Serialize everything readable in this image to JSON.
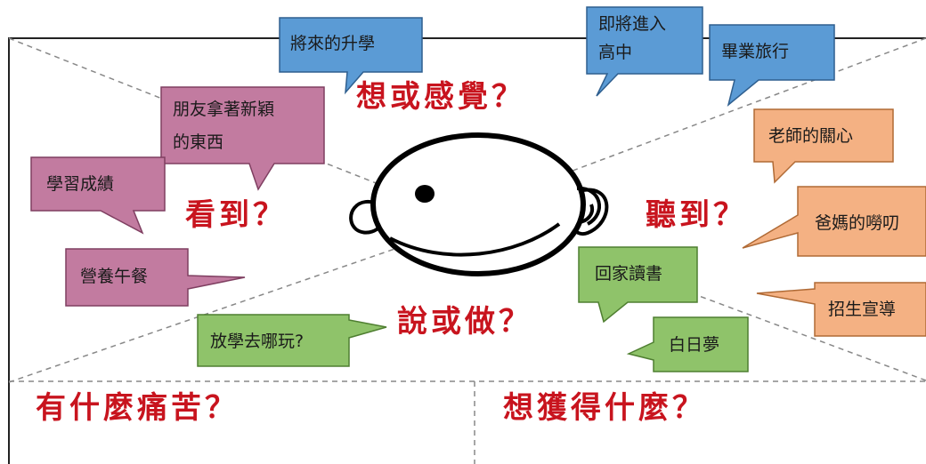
{
  "headings": {
    "think_feel": "想或感覺？",
    "see": "看到？",
    "hear": "聽到？",
    "say_do": "說或做？",
    "pain": "有什麼痛苦？",
    "gain": "想獲得什麼？"
  },
  "bubbles": {
    "think": {
      "future_study": "將來的升學",
      "enter_high_school_1": "即將進入",
      "enter_high_school_2": "高中",
      "graduation_trip": "畢業旅行"
    },
    "see": {
      "friends_new_stuff_1": "朋友拿著新穎",
      "friends_new_stuff_2": "的東西",
      "grades": "學習成績",
      "nutritious_lunch": "營養午餐"
    },
    "hear": {
      "teacher_care": "老師的關心",
      "parents_nagging": "爸媽的嘮叨",
      "admission_promo": "招生宣導"
    },
    "say_do": {
      "go_home_study": "回家讀書",
      "daydream": "白日夢",
      "where_to_play": "放學去哪玩?"
    }
  },
  "colors": {
    "heading": "#c8141e",
    "think_fill": "#5b9bd5",
    "see_fill": "#c27ba0",
    "hear_fill": "#f4b183",
    "say_fill": "#8fc36a"
  }
}
